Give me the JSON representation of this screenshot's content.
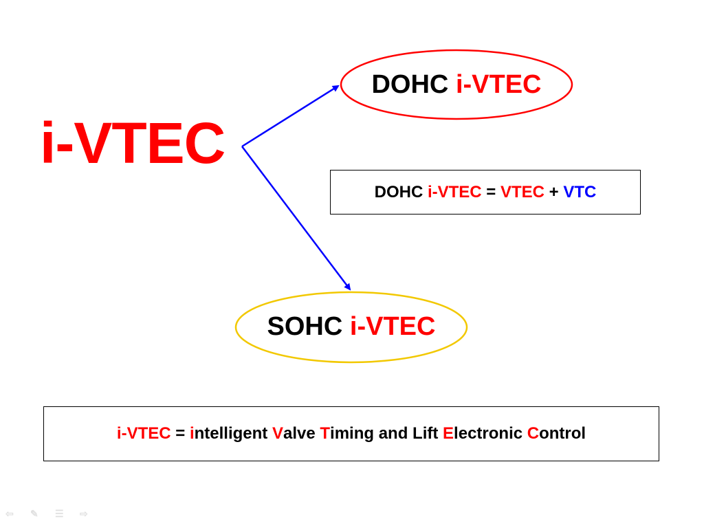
{
  "title": "i-VTEC",
  "dohc_oval": {
    "part1": "DOHC ",
    "part2": "i-VTEC"
  },
  "sohc_oval": {
    "part1": "SOHC ",
    "part2": "i-VTEC"
  },
  "formula_box": {
    "t1": "DOHC ",
    "t2": "i-VTEC",
    "t3": " = ",
    "t4": "VTEC",
    "t5": " + ",
    "t6": "VTC"
  },
  "definition_box": {
    "s1": "i-VTEC",
    "s2": " = ",
    "s3": "i",
    "s4": "ntelligent ",
    "s5": "V",
    "s6": "alve ",
    "s7": "T",
    "s8": "iming and Lift ",
    "s9": "E",
    "s10": "lectronic ",
    "s11": "C",
    "s12": "ontrol"
  },
  "colors": {
    "red": "#ff0000",
    "blue": "#0000ff",
    "yellow": "#f2c800"
  },
  "nav_icons": [
    "arrow-left-icon",
    "pen-icon",
    "menu-icon",
    "arrow-right-icon"
  ]
}
